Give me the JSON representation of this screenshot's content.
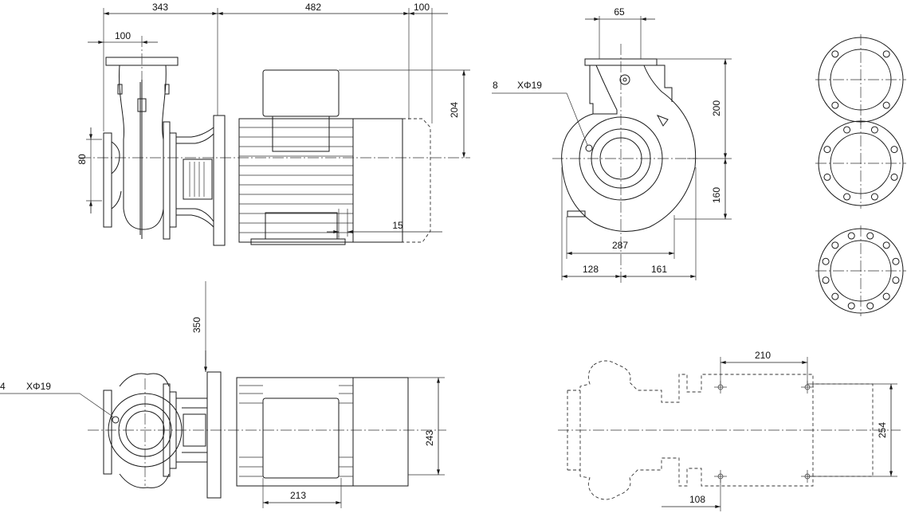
{
  "title": "Pump dimensional drawing",
  "side_view": {
    "dims": {
      "d343": "343",
      "d482": "482",
      "d100_top": "100",
      "d100_suction": "100",
      "d80": "80",
      "d204": "204",
      "d15": "15"
    }
  },
  "end_view": {
    "dims": {
      "d65": "65",
      "d200": "200",
      "d160": "160",
      "d287": "287",
      "d128": "128",
      "d161": "161"
    },
    "hole_note": {
      "count": "8",
      "spec": "XΦ19"
    }
  },
  "flange_patterns": {
    "hole_counts": [
      4,
      8,
      12
    ]
  },
  "top_view": {
    "dims": {
      "d350": "350",
      "d243": "243",
      "d213": "213"
    },
    "hole_note": {
      "count": "4",
      "spec": "XΦ19"
    }
  },
  "base_plan": {
    "dims": {
      "d210": "210",
      "d254": "254",
      "d108": "108"
    }
  }
}
